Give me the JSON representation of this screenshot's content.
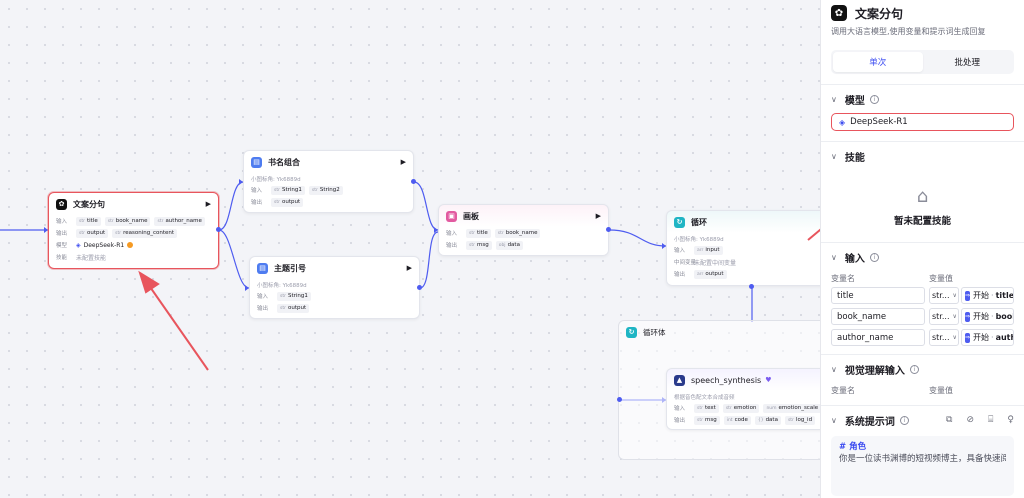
{
  "canvas": {
    "nodes": {
      "copywriter": {
        "title": "文案分句",
        "input_label": "输入",
        "inputs": [
          "title",
          "book_name",
          "author_name"
        ],
        "output_label": "输出",
        "outputs": [
          "output",
          "reasoning_content"
        ],
        "model_label": "模型",
        "model_value": "DeepSeek-R1",
        "skill_label": "技能",
        "skill_value": "未配置技能"
      },
      "book_combine": {
        "title": "书名组合",
        "sub": "小图标角: Yk6889d",
        "input_label": "输入",
        "inputs": [
          "String1",
          "String2"
        ],
        "output_label": "输出",
        "outputs": [
          "output"
        ]
      },
      "theme_quote": {
        "title": "主题引号",
        "sub": "小图标角: Yk6889d",
        "input_label": "输入",
        "inputs": [
          "String1"
        ],
        "output_label": "输出",
        "outputs": [
          "output"
        ]
      },
      "canvas_node": {
        "title": "画板",
        "input_label": "输入",
        "inputs": [
          "title",
          "book_name"
        ],
        "output_label": "输出",
        "outputs": [
          "msg",
          "data"
        ]
      },
      "loop": {
        "title": "循环",
        "sub": "小图标角: Yk6889d",
        "input_label": "输入",
        "inputs": [
          "input"
        ],
        "mid_label": "中间变量",
        "mid_value": "未配置中间变量",
        "output_label": "输出",
        "outputs": [
          "output"
        ]
      },
      "loop_body": {
        "title": "循环体"
      },
      "speech": {
        "title": "speech_synthesis",
        "sub": "根据音色配文本合成音频",
        "input_label": "输入",
        "inputs": [
          "text",
          "emotion",
          "emotion_scale"
        ],
        "output_label": "输出",
        "outputs": [
          "msg",
          "code",
          "data",
          "log_id"
        ]
      }
    }
  },
  "panel": {
    "title": "文案分句",
    "description": "调用大语言模型,使用变量和提示词生成回复",
    "tabs": [
      "单次",
      "批处理"
    ],
    "model": {
      "title": "模型",
      "value": "DeepSeek-R1"
    },
    "skills": {
      "title": "技能",
      "empty_text": "暂未配置技能"
    },
    "inputs": {
      "title": "输入",
      "col_name": "变量名",
      "col_value": "变量值",
      "rows": [
        {
          "name": "title",
          "type": "str...",
          "source": "开始",
          "ref": "title"
        },
        {
          "name": "book_name",
          "type": "str...",
          "source": "开始",
          "ref": "book_name"
        },
        {
          "name": "author_name",
          "type": "str...",
          "source": "开始",
          "ref": "author_name"
        }
      ]
    },
    "visual_inputs": {
      "title": "视觉理解输入",
      "col_name": "变量名",
      "col_value": "变量值"
    },
    "system_prompt": {
      "title": "系统提示词",
      "heading": "# 角色",
      "text": "你是一位读书渊博的短视频博主，具备快速阅读"
    }
  },
  "colors": {
    "accent": "#4e5cf0",
    "selected_border": "#e8555d",
    "annotation_arrow": "#e8555d"
  }
}
